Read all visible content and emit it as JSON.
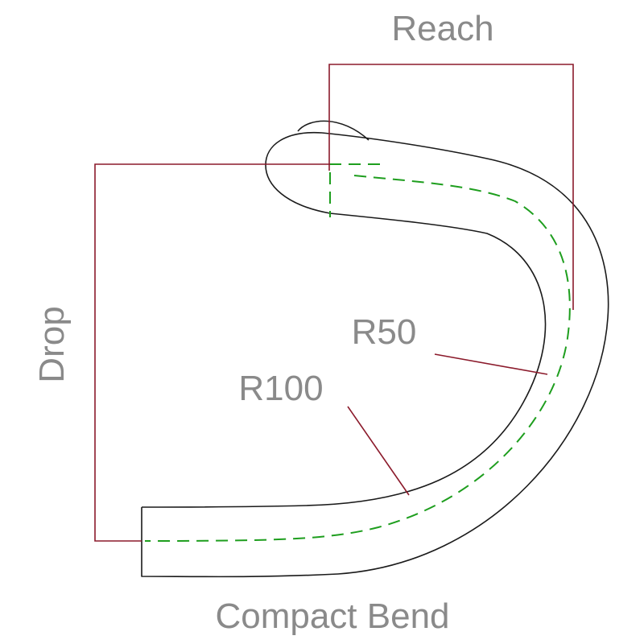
{
  "diagram": {
    "labels": {
      "reach": "Reach",
      "drop": "Drop",
      "r50": "R50",
      "r100": "R100",
      "caption": "Compact Bend"
    },
    "colors": {
      "outline": "#1a1a1a",
      "dimension": "#8b1a2b",
      "centerline": "#1e9e1e",
      "text": "#8a8a8a",
      "background": "#ffffff"
    }
  }
}
